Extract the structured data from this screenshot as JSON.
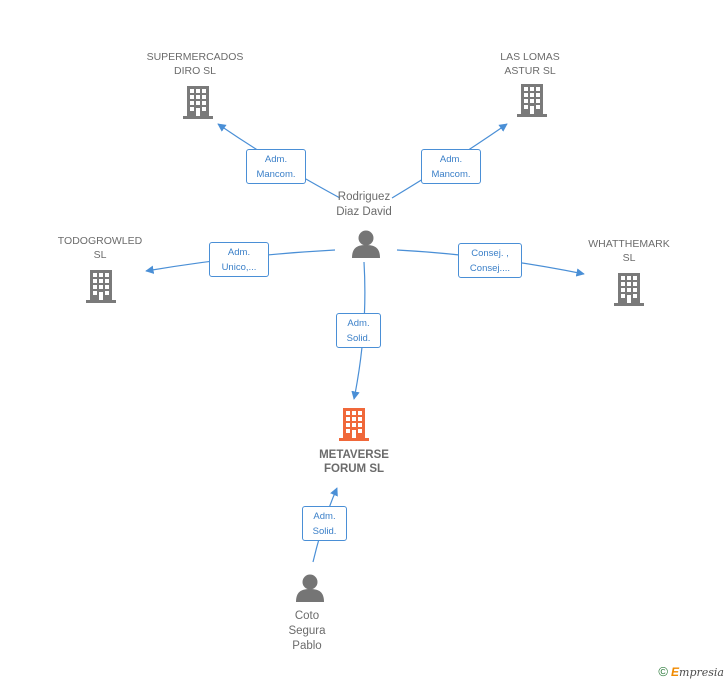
{
  "nodes": {
    "supermercados": {
      "label_lines": [
        "SUPERMERCADOS",
        "DIRO  SL"
      ],
      "type": "company"
    },
    "las_lomas": {
      "label_lines": [
        "LAS LOMAS",
        "ASTUR  SL"
      ],
      "type": "company"
    },
    "todogrowled": {
      "label_lines": [
        "TODOGROWLED",
        "SL"
      ],
      "type": "company"
    },
    "whatthemark": {
      "label_lines": [
        "WHATTHEMARK",
        "SL"
      ],
      "type": "company"
    },
    "metaverse": {
      "label_lines": [
        "METAVERSE",
        "FORUM  SL"
      ],
      "type": "focus-company"
    },
    "rodriguez": {
      "label_lines": [
        "Rodriguez",
        "Diaz David"
      ],
      "type": "person"
    },
    "coto": {
      "label_lines": [
        "Coto",
        "Segura",
        "Pablo"
      ],
      "type": "person"
    }
  },
  "edges": {
    "to_supermercados": {
      "lines": [
        "Adm.",
        "Mancom."
      ]
    },
    "to_las_lomas": {
      "lines": [
        "Adm.",
        "Mancom."
      ]
    },
    "to_todogrowled": {
      "lines": [
        "Adm.",
        "Unico,..."
      ]
    },
    "to_whatthemark": {
      "lines": [
        "Consej. ,",
        "Consej...."
      ]
    },
    "rodriguez_to_metaverse": {
      "lines": [
        "Adm.",
        "Solid."
      ]
    },
    "coto_to_metaverse": {
      "lines": [
        "Adm.",
        "Solid."
      ]
    }
  },
  "colors": {
    "edge": "#4a8fd6",
    "company_icon": "#7a7a7a",
    "focus_icon": "#f0683a",
    "person_icon": "#757575",
    "label": "#6b6b6b"
  },
  "footer": {
    "copyright_symbol": "©",
    "brand_first": "E",
    "brand_rest": "mpresia"
  }
}
